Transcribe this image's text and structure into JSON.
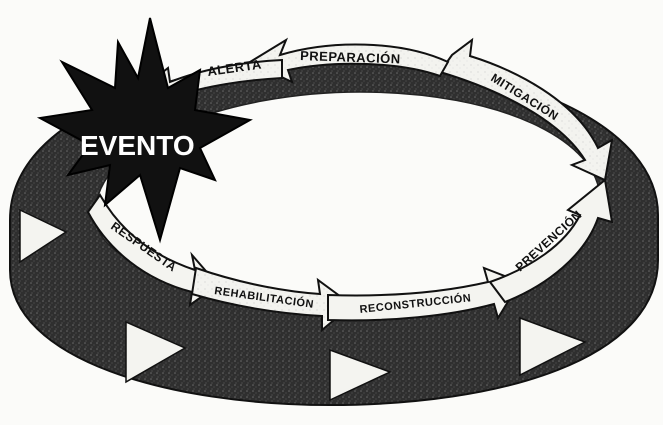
{
  "diagram": {
    "event_label": "EVENTO",
    "phases": {
      "alerta": "ALERTA",
      "preparacion": "PREPARACIÓN",
      "mitigacion": "MITIGACIÓN",
      "respuesta": "RESPUESTA",
      "rehabilitacion": "REHABILITACIÓN",
      "reconstruccion": "RECONSTRUCCIÓN",
      "prevencion": "PREVENCIÓN"
    },
    "colors": {
      "ring": "#2e2e2e",
      "arrow_fill": "#f4f4f0",
      "arrow_stroke": "#1a1a1a",
      "star": "#111111"
    }
  }
}
